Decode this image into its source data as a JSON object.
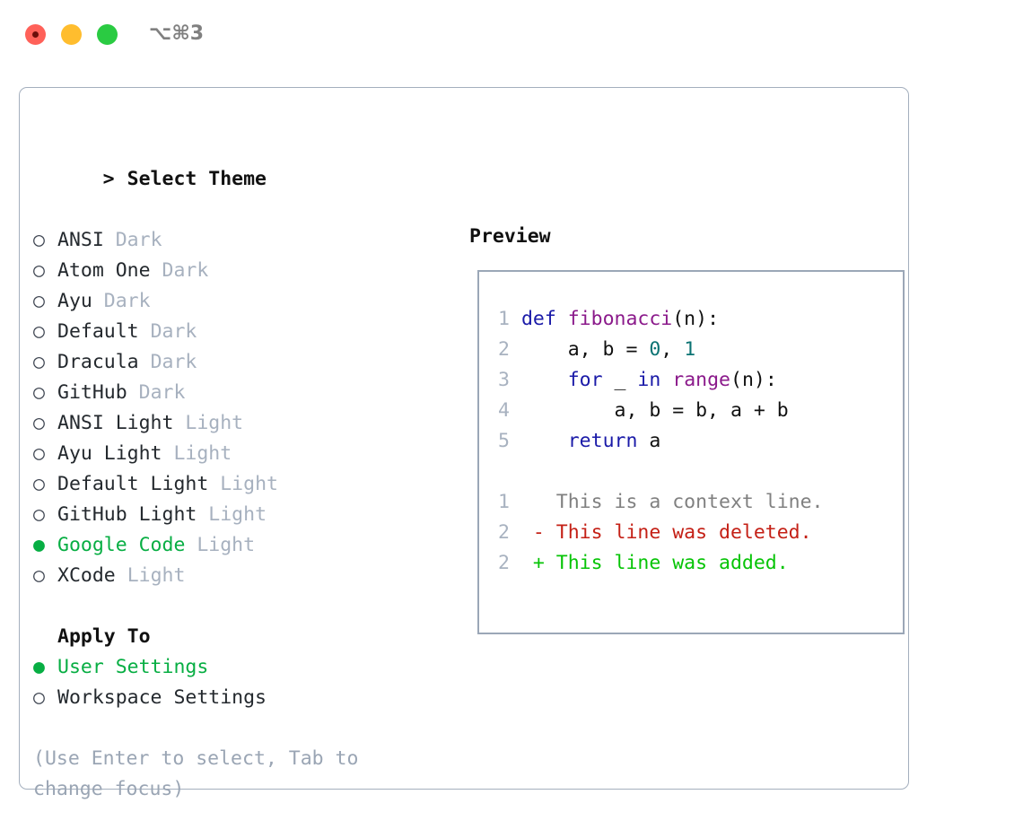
{
  "window": {
    "title": "⌥⌘3",
    "traffic_lights": [
      "close",
      "minimize",
      "maximize"
    ]
  },
  "theme_selector": {
    "header": "Select Theme",
    "caret": ">",
    "radio_empty": "○",
    "radio_filled": "●",
    "items": [
      {
        "label": "ANSI",
        "kind": "Dark",
        "selected": false
      },
      {
        "label": "Atom One",
        "kind": "Dark",
        "selected": false
      },
      {
        "label": "Ayu",
        "kind": "Dark",
        "selected": false
      },
      {
        "label": "Default",
        "kind": "Dark",
        "selected": false
      },
      {
        "label": "Dracula",
        "kind": "Dark",
        "selected": false
      },
      {
        "label": "GitHub",
        "kind": "Dark",
        "selected": false
      },
      {
        "label": "ANSI Light",
        "kind": "Light",
        "selected": false
      },
      {
        "label": "Ayu Light",
        "kind": "Light",
        "selected": false
      },
      {
        "label": "Default Light",
        "kind": "Light",
        "selected": false
      },
      {
        "label": "GitHub Light",
        "kind": "Light",
        "selected": false
      },
      {
        "label": "Google Code",
        "kind": "Light",
        "selected": true
      },
      {
        "label": "XCode",
        "kind": "Light",
        "selected": false
      }
    ]
  },
  "apply_to": {
    "header": "Apply To",
    "options": [
      {
        "label": "User Settings",
        "selected": true
      },
      {
        "label": "Workspace Settings",
        "selected": false
      }
    ]
  },
  "hint": "(Use Enter to select, Tab to change focus)",
  "preview": {
    "title": "Preview",
    "code_lines": [
      {
        "lno": "1",
        "tokens": [
          {
            "t": "def ",
            "c": "kw"
          },
          {
            "t": "fibonacci",
            "c": "fn"
          },
          {
            "t": "(n):",
            "c": "plain"
          }
        ]
      },
      {
        "lno": "2",
        "tokens": [
          {
            "t": "    a, b = ",
            "c": "plain"
          },
          {
            "t": "0",
            "c": "num"
          },
          {
            "t": ", ",
            "c": "plain"
          },
          {
            "t": "1",
            "c": "num"
          }
        ]
      },
      {
        "lno": "3",
        "tokens": [
          {
            "t": "    ",
            "c": "plain"
          },
          {
            "t": "for",
            "c": "kw"
          },
          {
            "t": " _ ",
            "c": "plain"
          },
          {
            "t": "in",
            "c": "kw"
          },
          {
            "t": " ",
            "c": "plain"
          },
          {
            "t": "range",
            "c": "fn"
          },
          {
            "t": "(n):",
            "c": "plain"
          }
        ]
      },
      {
        "lno": "4",
        "tokens": [
          {
            "t": "        a, b = b, a + b",
            "c": "plain"
          }
        ]
      },
      {
        "lno": "5",
        "tokens": [
          {
            "t": "    ",
            "c": "plain"
          },
          {
            "t": "return",
            "c": "kw"
          },
          {
            "t": " a",
            "c": "plain"
          }
        ]
      }
    ],
    "diff_lines": [
      {
        "lno": "1",
        "marker": " ",
        "text": "This is a context line.",
        "kind": "diff-ctx"
      },
      {
        "lno": "2",
        "marker": "-",
        "text": "This line was deleted.",
        "kind": "diff-del"
      },
      {
        "lno": "2",
        "marker": "+",
        "text": "This line was added.",
        "kind": "diff-add"
      }
    ]
  },
  "colors": {
    "accent_green": "#07AE43",
    "keyword_blue": "#1A1AA8",
    "function_magenta": "#8B1A8B",
    "number_teal": "#0B7373",
    "diff_delete_red": "#C42016",
    "diff_add_green": "#06C406",
    "muted_gray": "#A7B1BF",
    "border_gray": "#9BA7B7"
  }
}
